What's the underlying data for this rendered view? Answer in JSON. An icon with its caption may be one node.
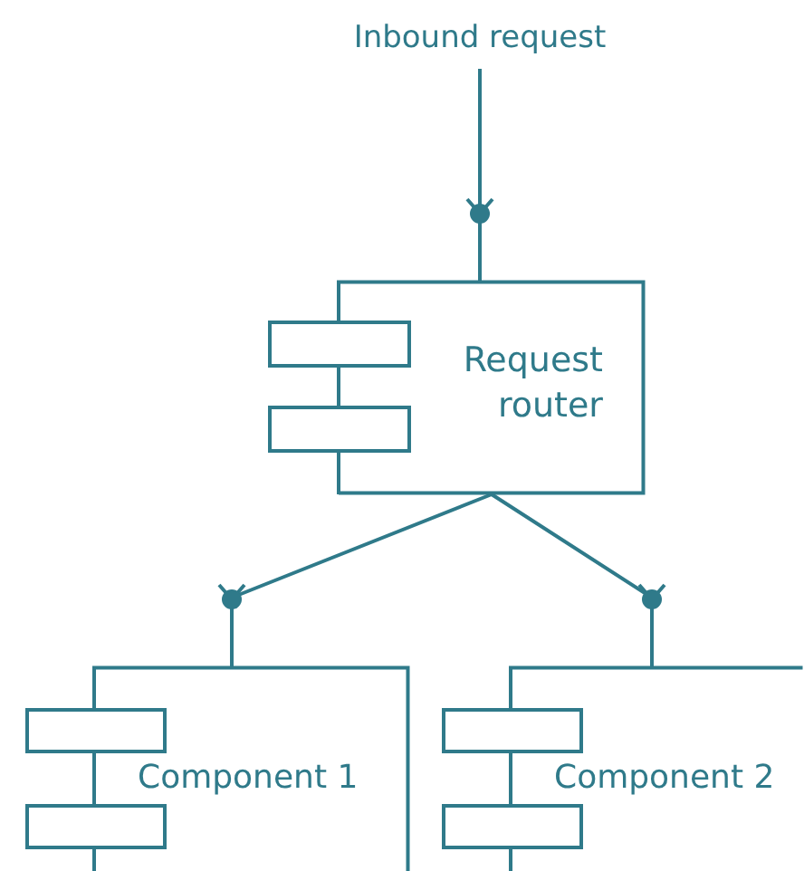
{
  "diagram": {
    "nodes": [
      {
        "text": [
          "Inbound request"
        ]
      },
      {
        "text": [
          "Request router"
        ]
      },
      {
        "text": [
          "Component 1"
        ]
      },
      {
        "text": [
          "Component 2"
        ]
      }
    ],
    "edges": [
      {
        "from": 0,
        "to": 1,
        "arrow": "to"
      },
      {
        "from": 1,
        "to": 2,
        "arrow": "to"
      },
      {
        "from": 1,
        "to": 3,
        "arrow": "to"
      }
    ]
  }
}
